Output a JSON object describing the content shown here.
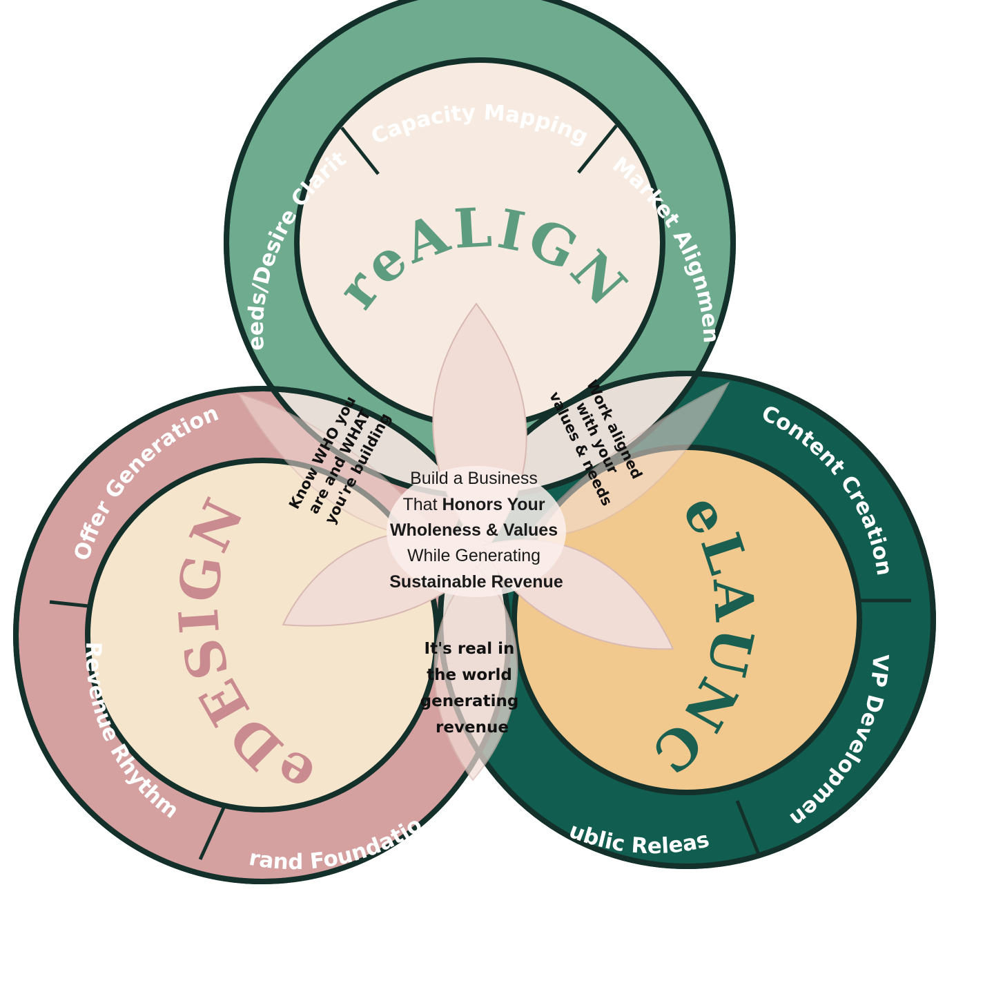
{
  "colors": {
    "outline": "#14302a",
    "align_ring": "#6fab8f",
    "align_fill": "#f7ebe1",
    "design_ring": "#d4a0a0",
    "design_fill": "#f6e5cd",
    "launch_ring": "#115d4f",
    "launch_fill": "#f1c98f",
    "lens_fill": "#e7ded8",
    "petal_fill": "#f2dcd6",
    "petal_vein": "#d8b9b2",
    "align_title": "#5e9c80",
    "design_title": "#c98b8f",
    "launch_title": "#1a5f4f"
  },
  "circles": {
    "align": {
      "title": "reALIGN",
      "segments": [
        "Needs/Desire Clarity",
        "Capacity Mapping",
        "Market Alignment"
      ]
    },
    "design": {
      "title": "reDESIGN",
      "segments": [
        "Offer Generation",
        "Revenue Rhythm",
        "Brand Foundation"
      ]
    },
    "launch": {
      "title": "reLAUNCH",
      "segments": [
        "Content Creation",
        "MVP Development",
        "Public Release"
      ]
    }
  },
  "intersections": {
    "align_design": [
      "Know WHO you",
      "are and WHAT",
      "you're building"
    ],
    "align_launch": [
      "Work aligned",
      "with your",
      "values & needs"
    ],
    "design_launch": [
      "It's real in",
      "the world",
      "generating",
      "revenue"
    ]
  },
  "center": {
    "line1": "Build a Business",
    "line2_light": "That ",
    "line2_bold": "Honors Your",
    "line3": "Wholeness & Values",
    "line4": "While Generating",
    "line5": "Sustainable Revenue"
  }
}
